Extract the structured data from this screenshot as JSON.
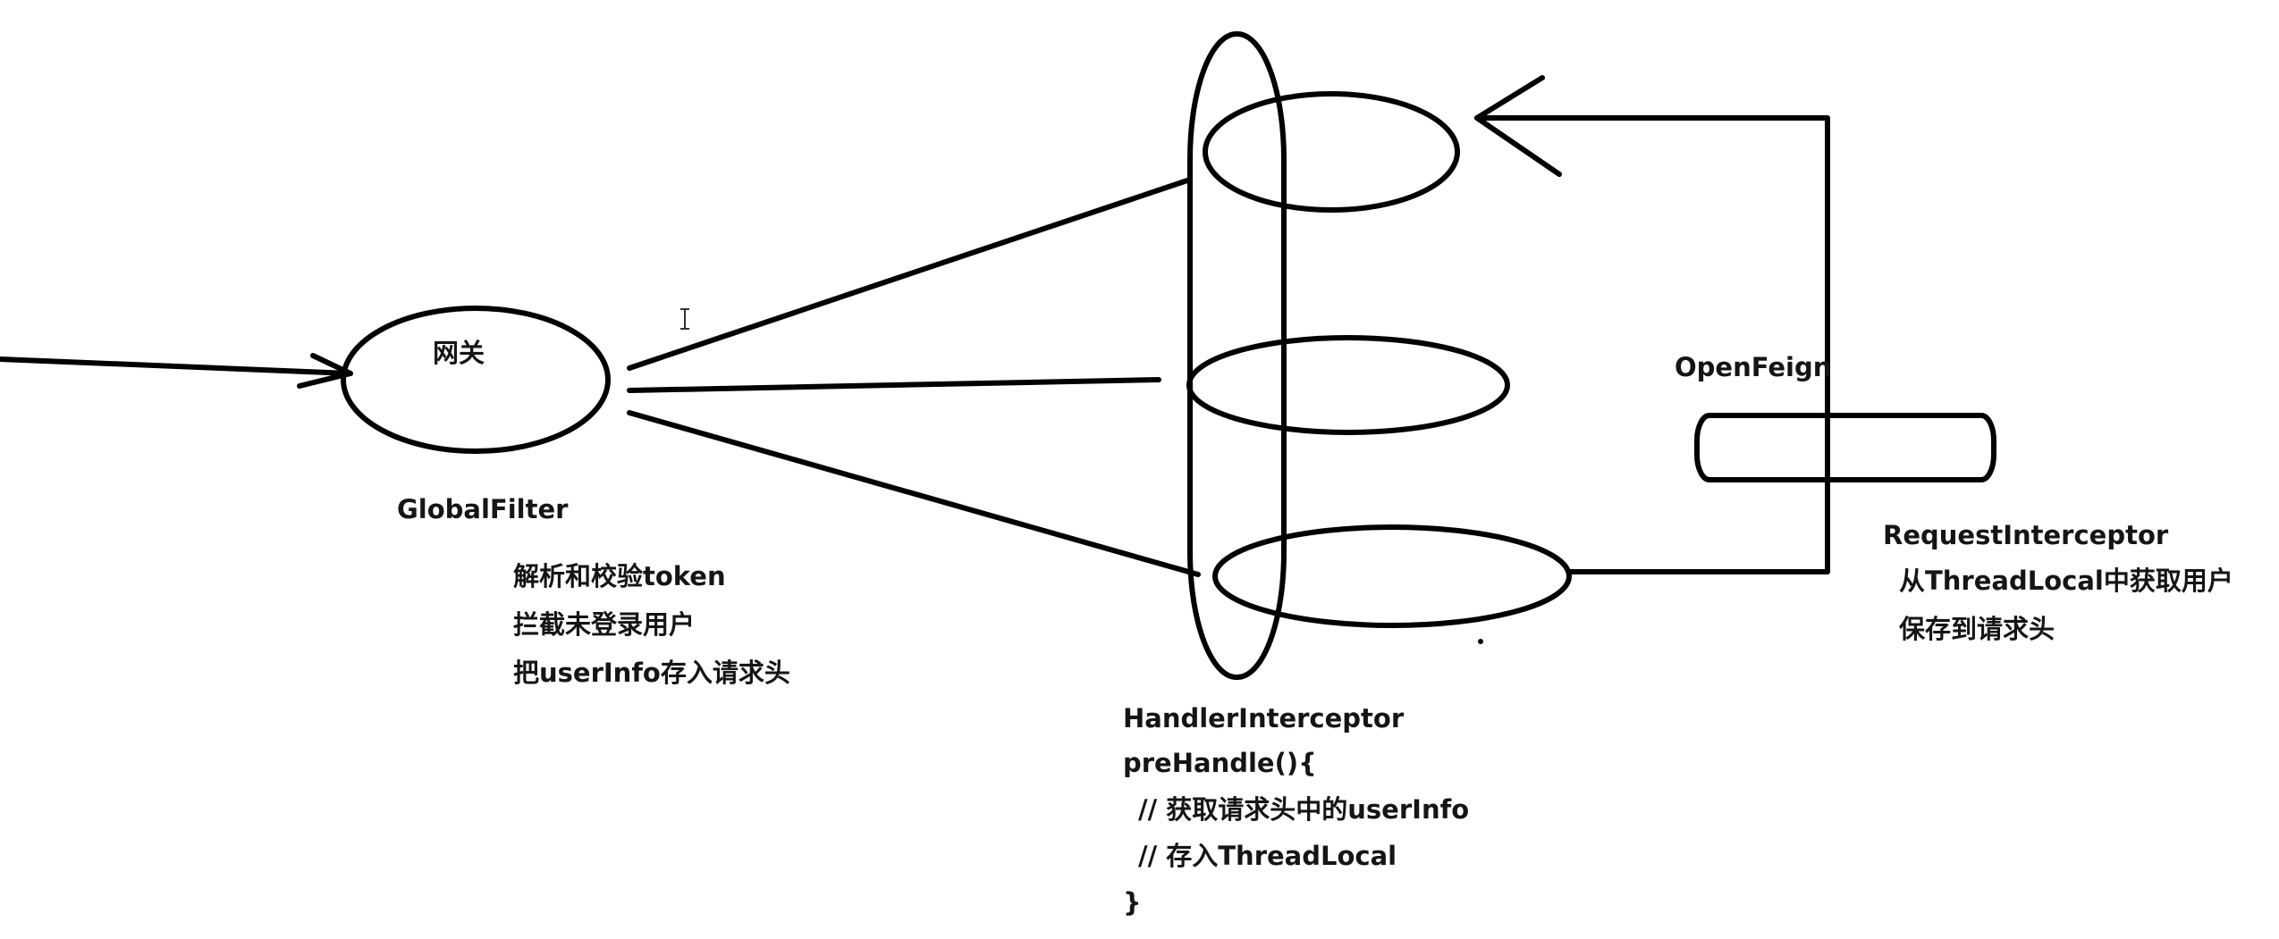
{
  "gateway": {
    "label": "网关",
    "component": "GlobalFilter",
    "notes": [
      "解析和校验token",
      "拦截未登录用户",
      "把userInfo存入请求头"
    ]
  },
  "service": {
    "component": "HandlerInterceptor",
    "code": [
      "preHandle(){",
      "// 获取请求头中的userInfo",
      "// 存入ThreadLocal",
      "}"
    ]
  },
  "feign": {
    "label": "OpenFeign",
    "component": "RequestInterceptor",
    "notes": [
      "从ThreadLocal中获取用户",
      "保存到请求头"
    ]
  },
  "colors": {
    "stroke": "#000000",
    "text": "#151515",
    "background": "#ffffff"
  },
  "icons": [
    "text-cursor-icon"
  ]
}
